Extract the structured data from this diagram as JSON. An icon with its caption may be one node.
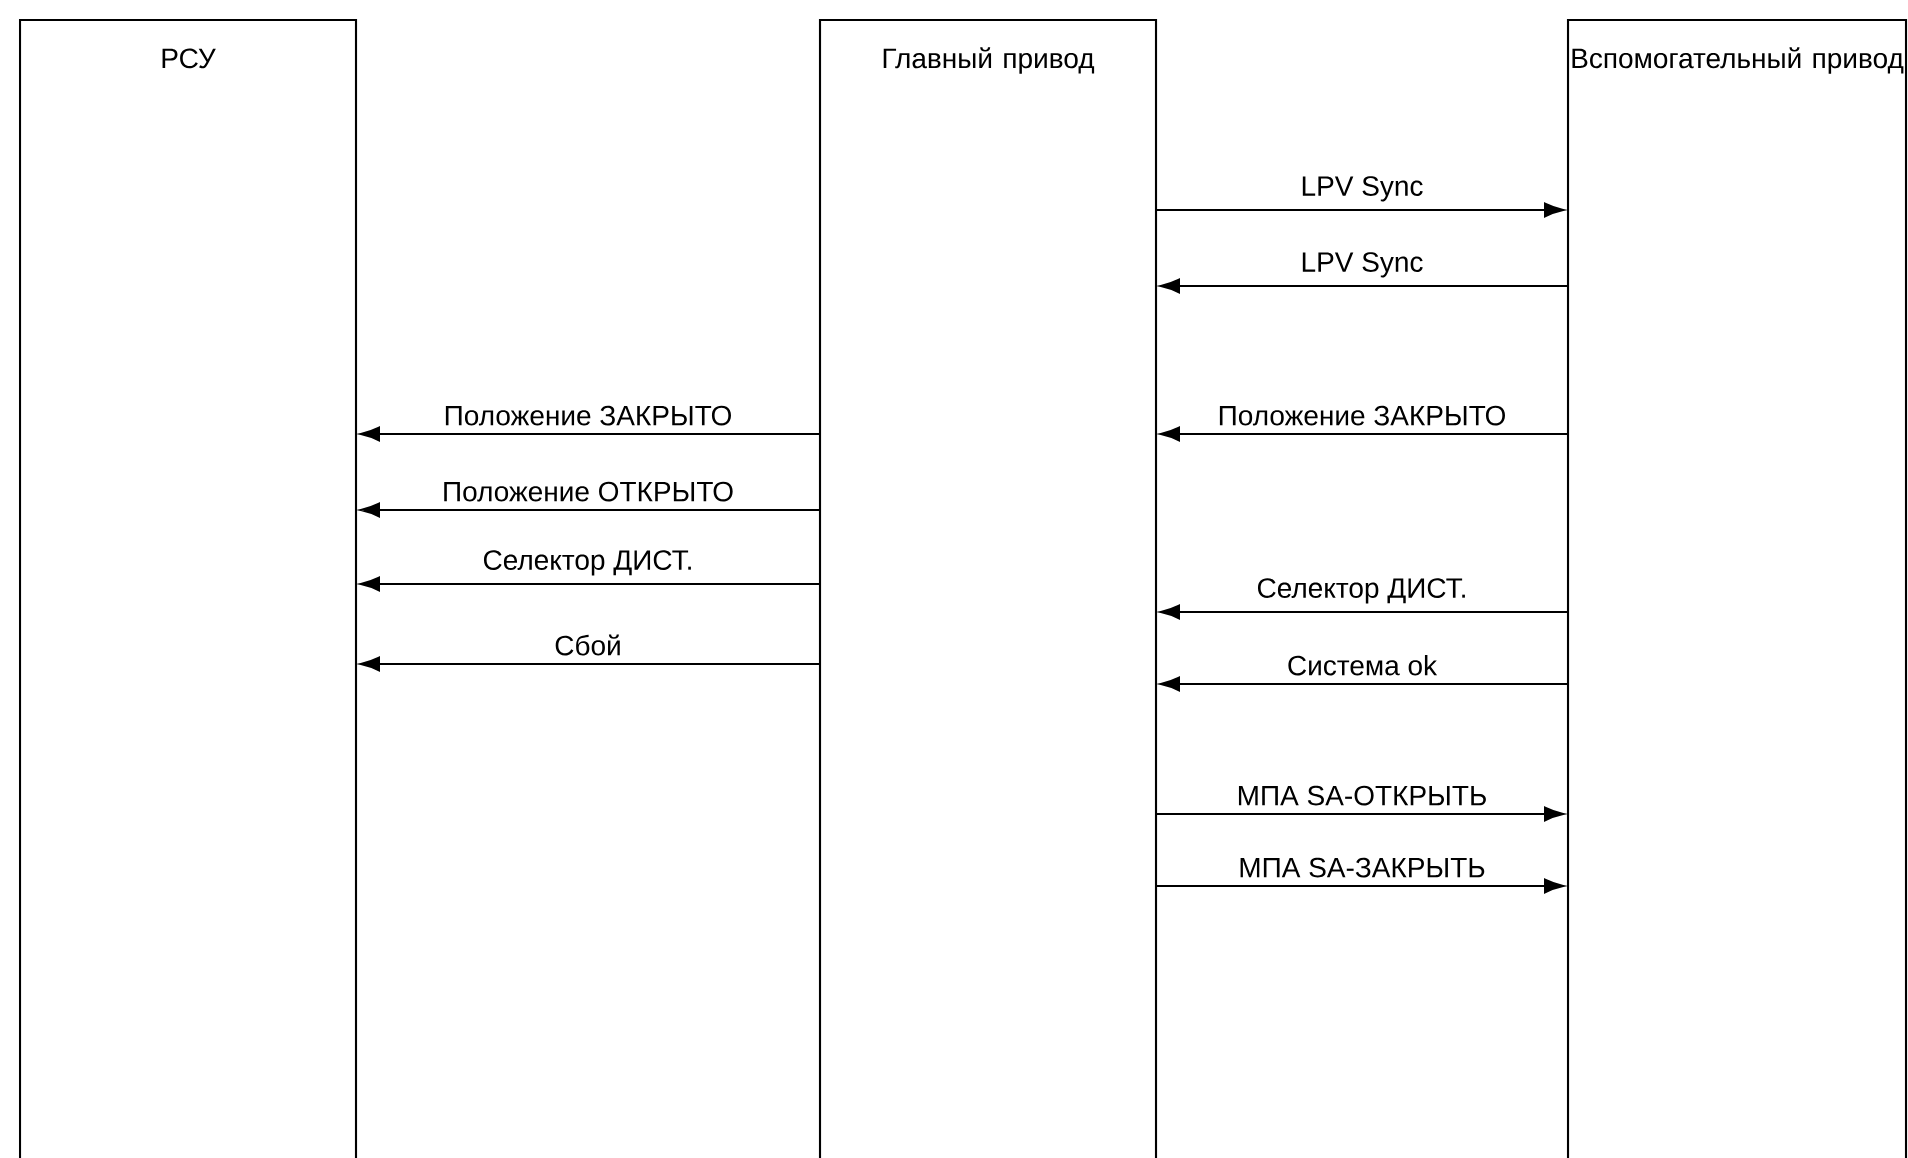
{
  "diagram": {
    "nodes": [
      {
        "text": [
          "РСУ"
        ]
      },
      {
        "text": [
          "Главный привод"
        ]
      },
      {
        "text": [
          "Вспомогательный привод"
        ]
      }
    ],
    "edges": [
      {
        "from": 1,
        "to": 2,
        "arrow": "to",
        "label": "LPV Sync"
      },
      {
        "from": 2,
        "to": 1,
        "arrow": "to",
        "label": "LPV Sync"
      },
      {
        "from": 1,
        "to": 0,
        "arrow": "to",
        "label": "Положение ЗАКРЫТО"
      },
      {
        "from": 2,
        "to": 1,
        "arrow": "to",
        "label": "Положение ЗАКРЫТО"
      },
      {
        "from": 1,
        "to": 0,
        "arrow": "to",
        "label": "Положение ОТКРЫТО"
      },
      {
        "from": 1,
        "to": 0,
        "arrow": "to",
        "label": "Селектор ДИСТ."
      },
      {
        "from": 2,
        "to": 1,
        "arrow": "to",
        "label": "Селектор ДИСТ."
      },
      {
        "from": 1,
        "to": 0,
        "arrow": "to",
        "label": "Сбой"
      },
      {
        "from": 2,
        "to": 1,
        "arrow": "to",
        "label": "Система ok"
      },
      {
        "from": 1,
        "to": 2,
        "arrow": "to",
        "label": "МПА SA-ОТКРЫТЬ"
      },
      {
        "from": 1,
        "to": 2,
        "arrow": "to",
        "label": "МПА SA-ЗАКРЫТЬ"
      }
    ]
  }
}
